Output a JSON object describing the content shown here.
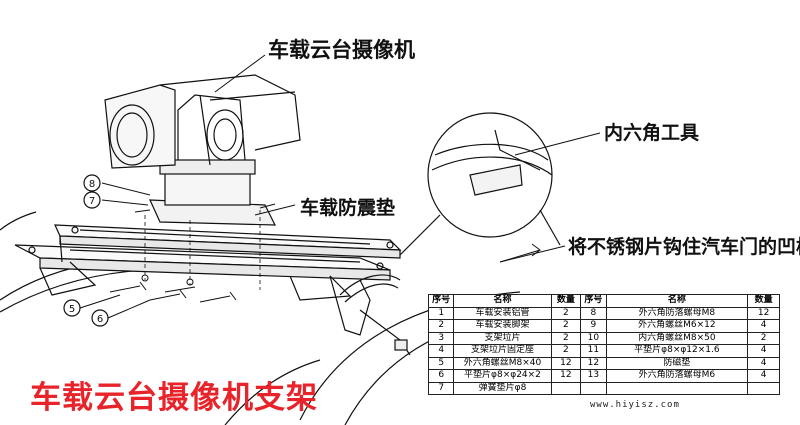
{
  "labels": {
    "camera": "车载云台摄像机",
    "hex_tool": "内六角工具",
    "shock_pad": "车载防震垫",
    "hook_note": "将不锈钢片钩住汽车门的凹槽"
  },
  "title": "车载云台摄像机支架",
  "watermark": "www.hiyisz.com",
  "callout_numbers": [
    "8",
    "7",
    "5",
    "6"
  ],
  "table": {
    "headers": [
      "序号",
      "名称",
      "数量",
      "序号",
      "名称",
      "数量"
    ],
    "rows": [
      [
        "1",
        "车载安装铝管",
        "2",
        "8",
        "外六角防落螺母M8",
        "12"
      ],
      [
        "2",
        "车载安装脚架",
        "2",
        "9",
        "外六角螺丝M6×12",
        "4"
      ],
      [
        "3",
        "支架垃片",
        "2",
        "10",
        "内六角螺丝M8×50",
        "2"
      ],
      [
        "4",
        "支架垃片固定座",
        "2",
        "11",
        "平垫片φ8×φ12×1.6",
        "4"
      ],
      [
        "5",
        "外六角螺丝M8×40",
        "12",
        "12",
        "防磁垫",
        "4"
      ],
      [
        "6",
        "平垫片φ8×φ24×2",
        "12",
        "13",
        "外六角防落螺母M6",
        "4"
      ],
      [
        "7",
        "弹簧垫片φ8",
        "",
        "",
        "",
        ""
      ]
    ]
  },
  "colors": {
    "title_red": "#e8232a",
    "line": "#111111"
  }
}
